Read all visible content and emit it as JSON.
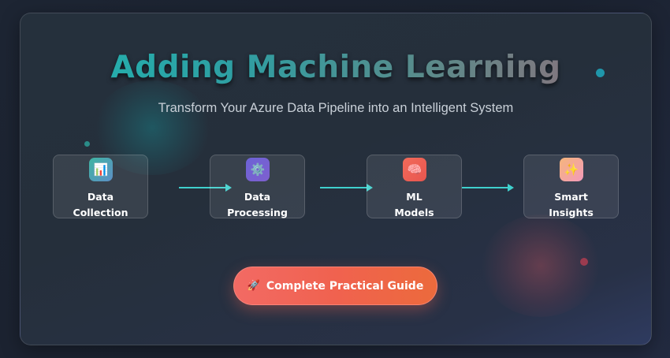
{
  "header": {
    "title": "Adding Machine Learning",
    "subtitle": "Transform Your Azure Data Pipeline into an Intelligent System"
  },
  "steps": [
    {
      "icon": "chart-icon",
      "glyph": "📊",
      "line1": "Data",
      "line2": "Collection"
    },
    {
      "icon": "gear-icon",
      "glyph": "⚙️",
      "line1": "Data",
      "line2": "Processing"
    },
    {
      "icon": "brain-icon",
      "glyph": "🧠",
      "line1": "ML",
      "line2": "Models"
    },
    {
      "icon": "sparkles-icon",
      "glyph": "✨",
      "line1": "Smart",
      "line2": "Insights"
    }
  ],
  "cta": {
    "icon": "rocket-icon",
    "glyph": "🚀",
    "label": "Complete Practical Guide"
  },
  "colors": {
    "accent_teal": "#3fd0cd",
    "cta_red": "#f0624f"
  }
}
